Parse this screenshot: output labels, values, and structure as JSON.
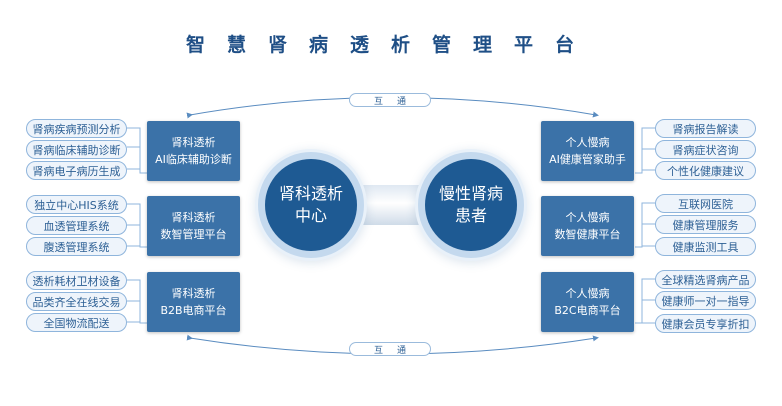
{
  "title": "智慧肾病透析管理平台",
  "connector_label": "互通",
  "left_groups": [
    [
      "肾病疾病预测分析",
      "肾病临床辅助诊断",
      "肾病电子病历生成"
    ],
    [
      "独立中心HIS系统",
      "血透管理系统",
      "腹透管理系统"
    ],
    [
      "透析耗材卫材设备",
      "品类齐全在线交易",
      "全国物流配送"
    ]
  ],
  "left_boxes": [
    {
      "line1": "肾科透析",
      "line2": "AI临床辅助诊断"
    },
    {
      "line1": "肾科透析",
      "line2": "数智管理平台"
    },
    {
      "line1": "肾科透析",
      "line2": "B2B电商平台"
    }
  ],
  "hub_left": {
    "line1": "肾科透析",
    "line2": "中心"
  },
  "hub_right": {
    "line1": "慢性肾病",
    "line2": "患者"
  },
  "right_boxes": [
    {
      "line1": "个人慢病",
      "line2": "AI健康管家助手"
    },
    {
      "line1": "个人慢病",
      "line2": "数智健康平台"
    },
    {
      "line1": "个人慢病",
      "line2": "B2C电商平台"
    }
  ],
  "right_groups": [
    [
      "肾病报告解读",
      "肾病症状咨询",
      "个性化健康建议"
    ],
    [
      "互联网医院",
      "健康管理服务",
      "健康监测工具"
    ],
    [
      "全球精选肾病产品",
      "健康师一对一指导",
      "健康会员专享折扣"
    ]
  ]
}
